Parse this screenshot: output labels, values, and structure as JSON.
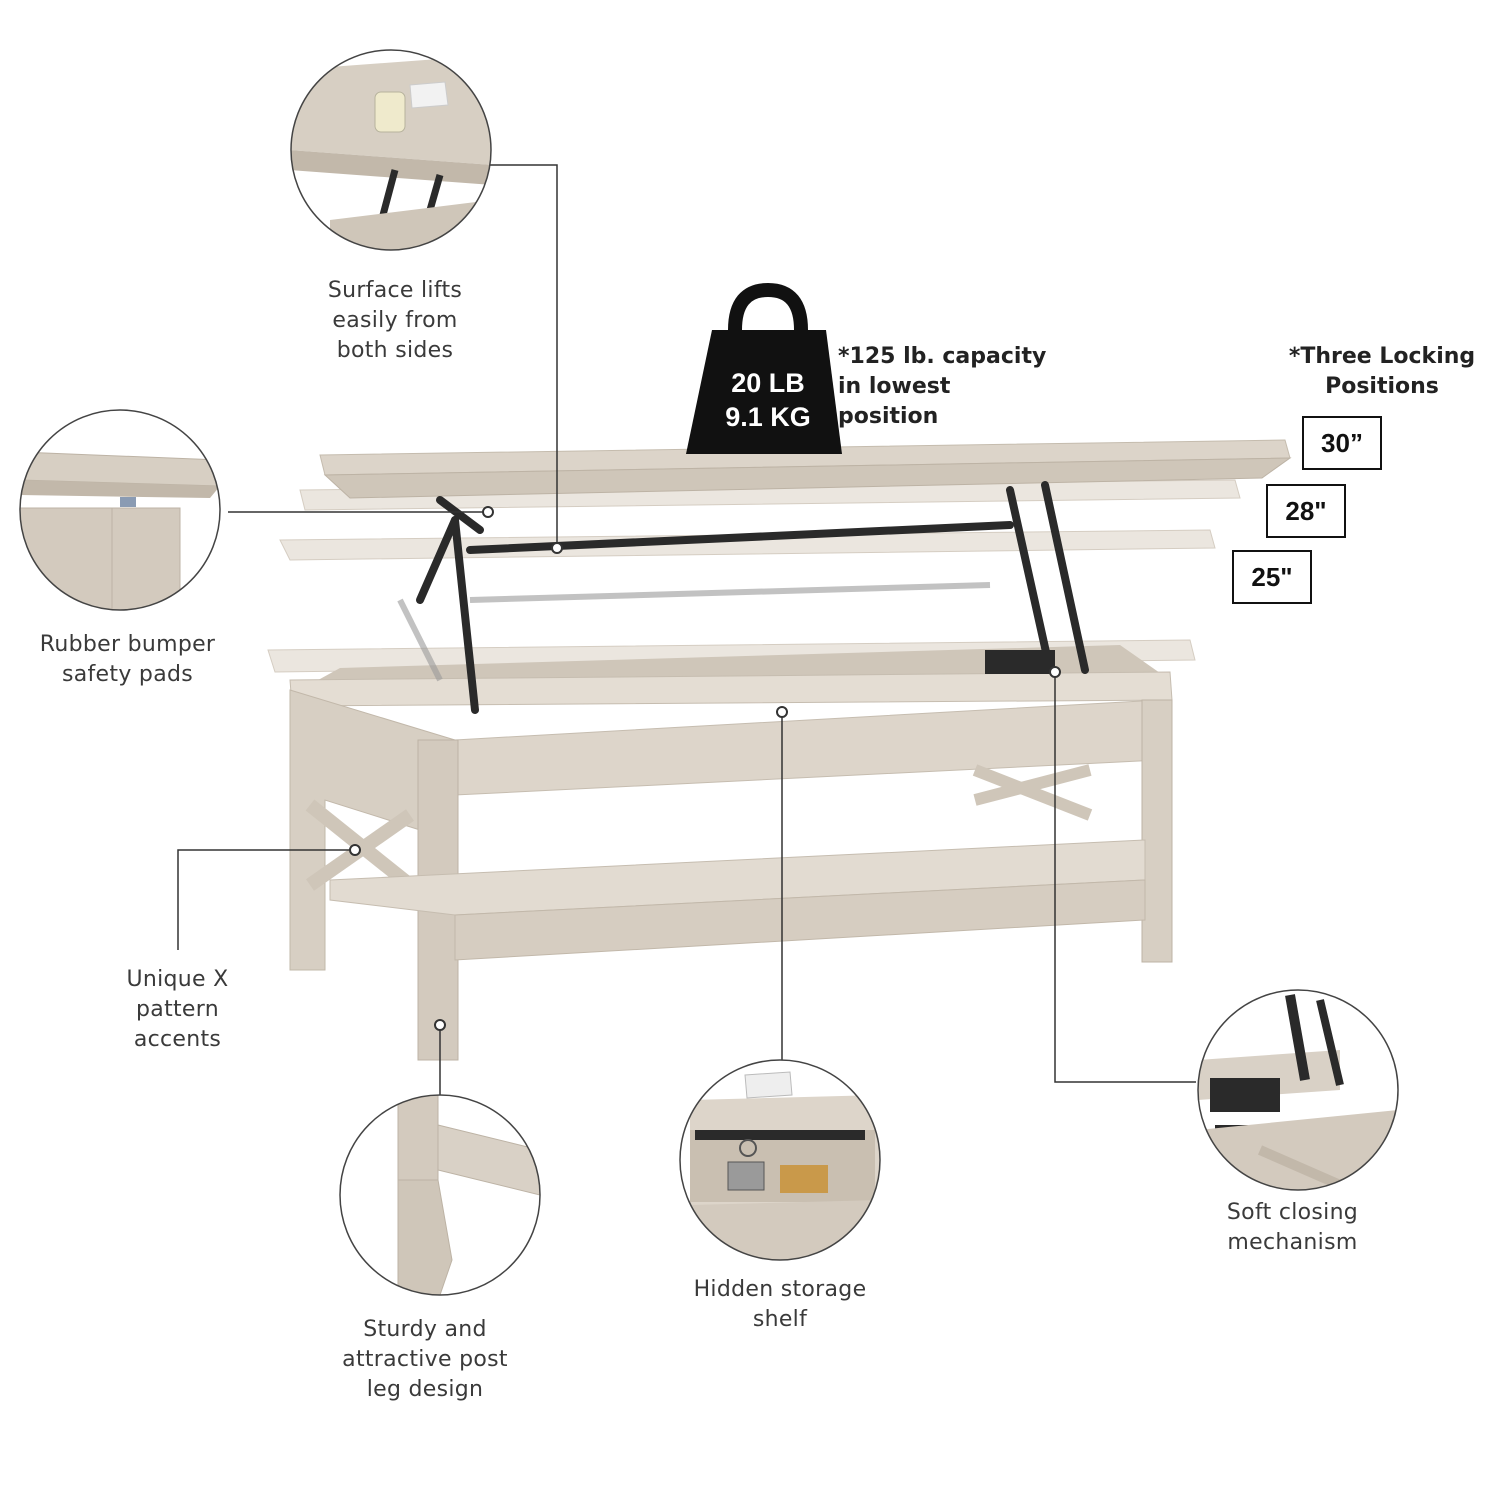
{
  "callouts": {
    "lift": {
      "lines": [
        "Surface lifts",
        "easily from",
        "both sides"
      ]
    },
    "bumper": {
      "lines": [
        "Rubber bumper",
        "safety pads"
      ]
    },
    "xpattern": {
      "lines": [
        "Unique X",
        "pattern",
        "accents"
      ]
    },
    "leg": {
      "lines": [
        "Sturdy and",
        "attractive post",
        "leg design"
      ]
    },
    "storage": {
      "lines": [
        "Hidden storage",
        "shelf"
      ]
    },
    "closing": {
      "lines": [
        "Soft closing",
        "mechanism"
      ]
    }
  },
  "weight": {
    "lb": "20 LB",
    "kg": "9.1 KG",
    "capacity_lines": [
      "*125 lb. capacity",
      "in lowest position"
    ]
  },
  "heights": {
    "title_lines": [
      "*Three Locking",
      "Positions"
    ],
    "positions": [
      "30”",
      "28\"",
      "25\""
    ]
  },
  "colors": {
    "wood": "#d9d1c6",
    "wood_dark": "#c9bfb1",
    "metal": "#2a2a2a",
    "line": "#333333"
  }
}
